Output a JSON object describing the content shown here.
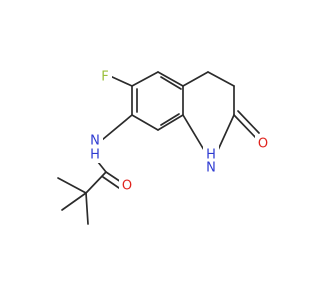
{
  "molecule": {
    "atoms": [
      {
        "id": "F",
        "symbol": "F",
        "color": "#9bbf3b"
      },
      {
        "id": "N1",
        "symbol": "H\nN",
        "label_main": "N",
        "label_h": "H",
        "h_position": "below",
        "color": "#2e3bd1"
      },
      {
        "id": "N2",
        "symbol": "N",
        "label_main": "N",
        "label_h": "H",
        "h_position": "above",
        "color": "#2e3bd1"
      },
      {
        "id": "O1",
        "symbol": "O",
        "color": "#e0231d"
      },
      {
        "id": "O2",
        "symbol": "O",
        "color": "#e0231d"
      }
    ],
    "bond_color": "#2b2b2b"
  }
}
